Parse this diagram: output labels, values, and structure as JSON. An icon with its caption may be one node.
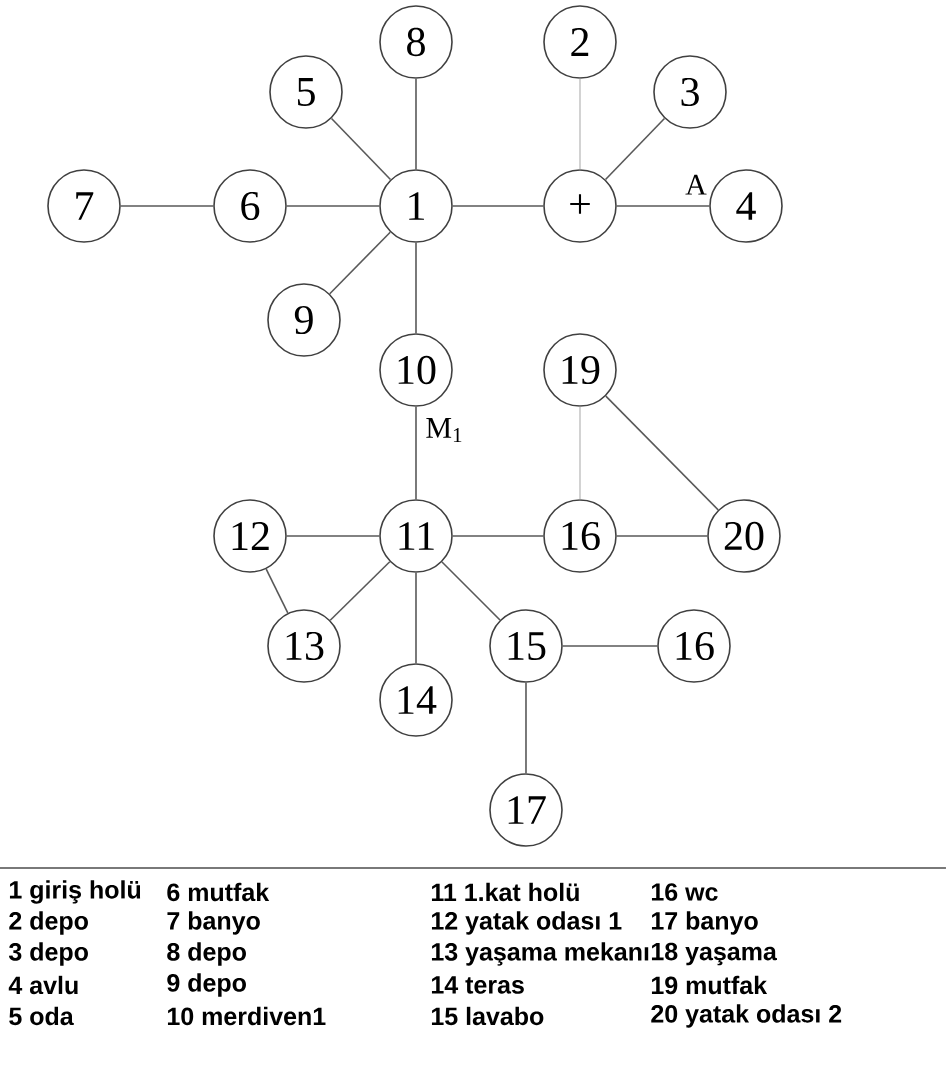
{
  "diagram": {
    "nodes": [
      {
        "text": [
          "8"
        ]
      },
      {
        "text": [
          "2"
        ]
      },
      {
        "text": [
          "5"
        ]
      },
      {
        "text": [
          "3"
        ]
      },
      {
        "text": [
          "7"
        ]
      },
      {
        "text": [
          "6"
        ]
      },
      {
        "text": [
          "1"
        ]
      },
      {
        "text": [
          "+"
        ]
      },
      {
        "text": [
          "4"
        ]
      },
      {
        "text": [
          "9"
        ]
      },
      {
        "text": [
          "10"
        ]
      },
      {
        "text": [
          "19"
        ]
      },
      {
        "text": [
          "12"
        ]
      },
      {
        "text": [
          "11"
        ]
      },
      {
        "text": [
          "16"
        ]
      },
      {
        "text": [
          "20"
        ]
      },
      {
        "text": [
          "13"
        ]
      },
      {
        "text": [
          "15"
        ]
      },
      {
        "text": [
          "16"
        ]
      },
      {
        "text": [
          "14"
        ]
      },
      {
        "text": [
          "17"
        ]
      }
    ],
    "edges": [
      {
        "from": 0,
        "to": 6,
        "arrow": "none"
      },
      {
        "from": 2,
        "to": 6,
        "arrow": "none"
      },
      {
        "from": 4,
        "to": 5,
        "arrow": "none"
      },
      {
        "from": 5,
        "to": 6,
        "arrow": "none"
      },
      {
        "from": 6,
        "to": 7,
        "arrow": "none"
      },
      {
        "from": 1,
        "to": 7,
        "arrow": "none",
        "color": "#c8c8c8"
      },
      {
        "from": 3,
        "to": 7,
        "arrow": "none"
      },
      {
        "from": 7,
        "to": 8,
        "arrow": "none",
        "label": "A"
      },
      {
        "from": 9,
        "to": 6,
        "arrow": "none"
      },
      {
        "from": 6,
        "to": 10,
        "arrow": "none"
      },
      {
        "from": 10,
        "to": 13,
        "arrow": "none",
        "label": "M$_{1}$"
      },
      {
        "from": 11,
        "to": 14,
        "arrow": "none",
        "color": "#c8c8c8"
      },
      {
        "from": 11,
        "to": 15,
        "arrow": "none"
      },
      {
        "from": 12,
        "to": 13,
        "arrow": "none"
      },
      {
        "from": 12,
        "to": 16,
        "arrow": "none"
      },
      {
        "from": 13,
        "to": 14,
        "arrow": "none"
      },
      {
        "from": 14,
        "to": 15,
        "arrow": "none"
      },
      {
        "from": 13,
        "to": 16,
        "arrow": "none"
      },
      {
        "from": 13,
        "to": 19,
        "arrow": "none"
      },
      {
        "from": 13,
        "to": 17,
        "arrow": "none"
      },
      {
        "from": 17,
        "to": 18,
        "arrow": "none"
      },
      {
        "from": 17,
        "to": 20,
        "arrow": "none"
      }
    ],
    "labels": [
      "1 giriş holü",
      "6 mutfak",
      "11 1.kat holü",
      "16 wc",
      "2 depo",
      "7 banyo",
      "12 yatak odası 1",
      "17 banyo",
      "3 depo",
      "8 depo",
      "13 yaşama mekanı",
      "18 yaşama",
      "4 avlu",
      "9 depo",
      "14 teras",
      "19 mutfak",
      "5 oda",
      "10 merdiven1",
      "15 lavabo",
      "20 yatak odası 2"
    ]
  }
}
